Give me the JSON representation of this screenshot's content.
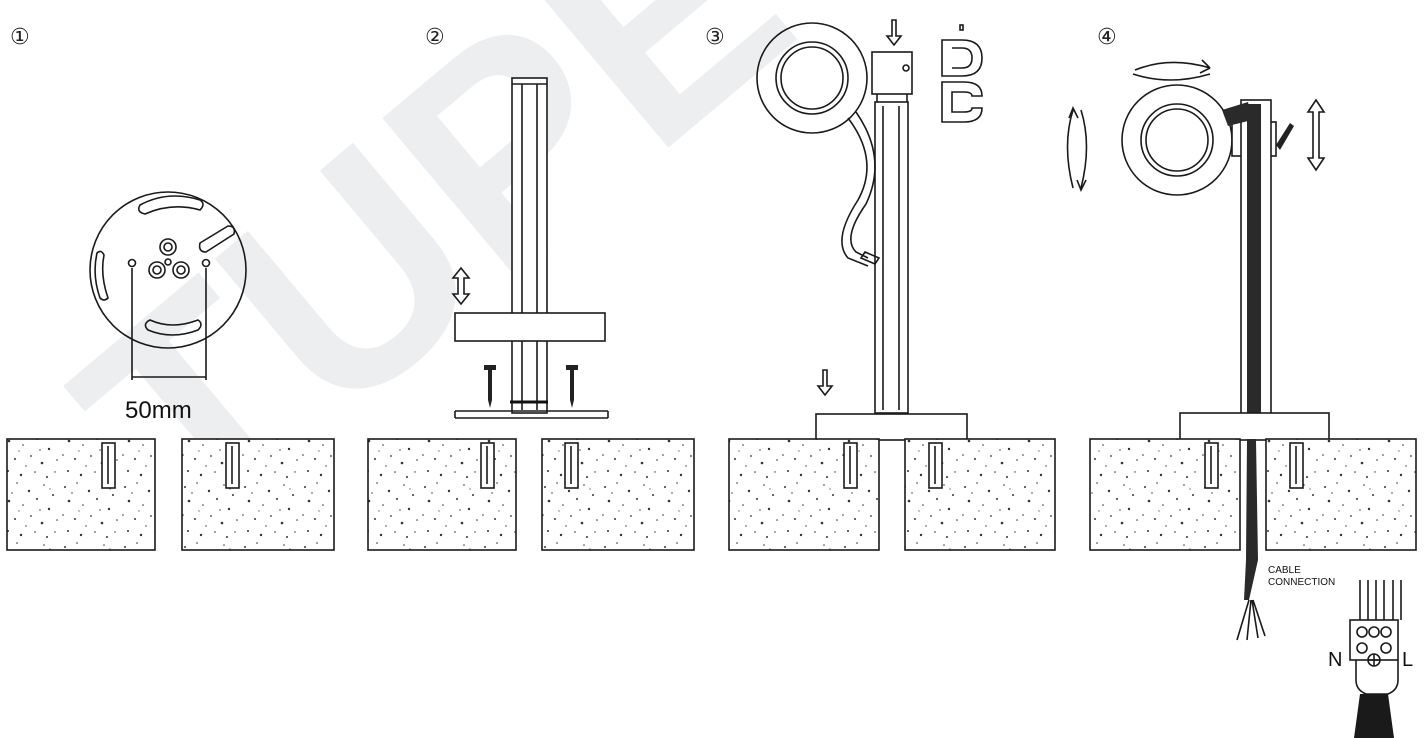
{
  "steps": [
    {
      "number": "①"
    },
    {
      "number": "②"
    },
    {
      "number": "③"
    },
    {
      "number": "④"
    }
  ],
  "labels": {
    "spacing": "50mm",
    "cable_line1": "CABLE",
    "cable_line2": "CONNECTION",
    "neutral": "N",
    "live": "L"
  },
  "watermark": "TUPE"
}
